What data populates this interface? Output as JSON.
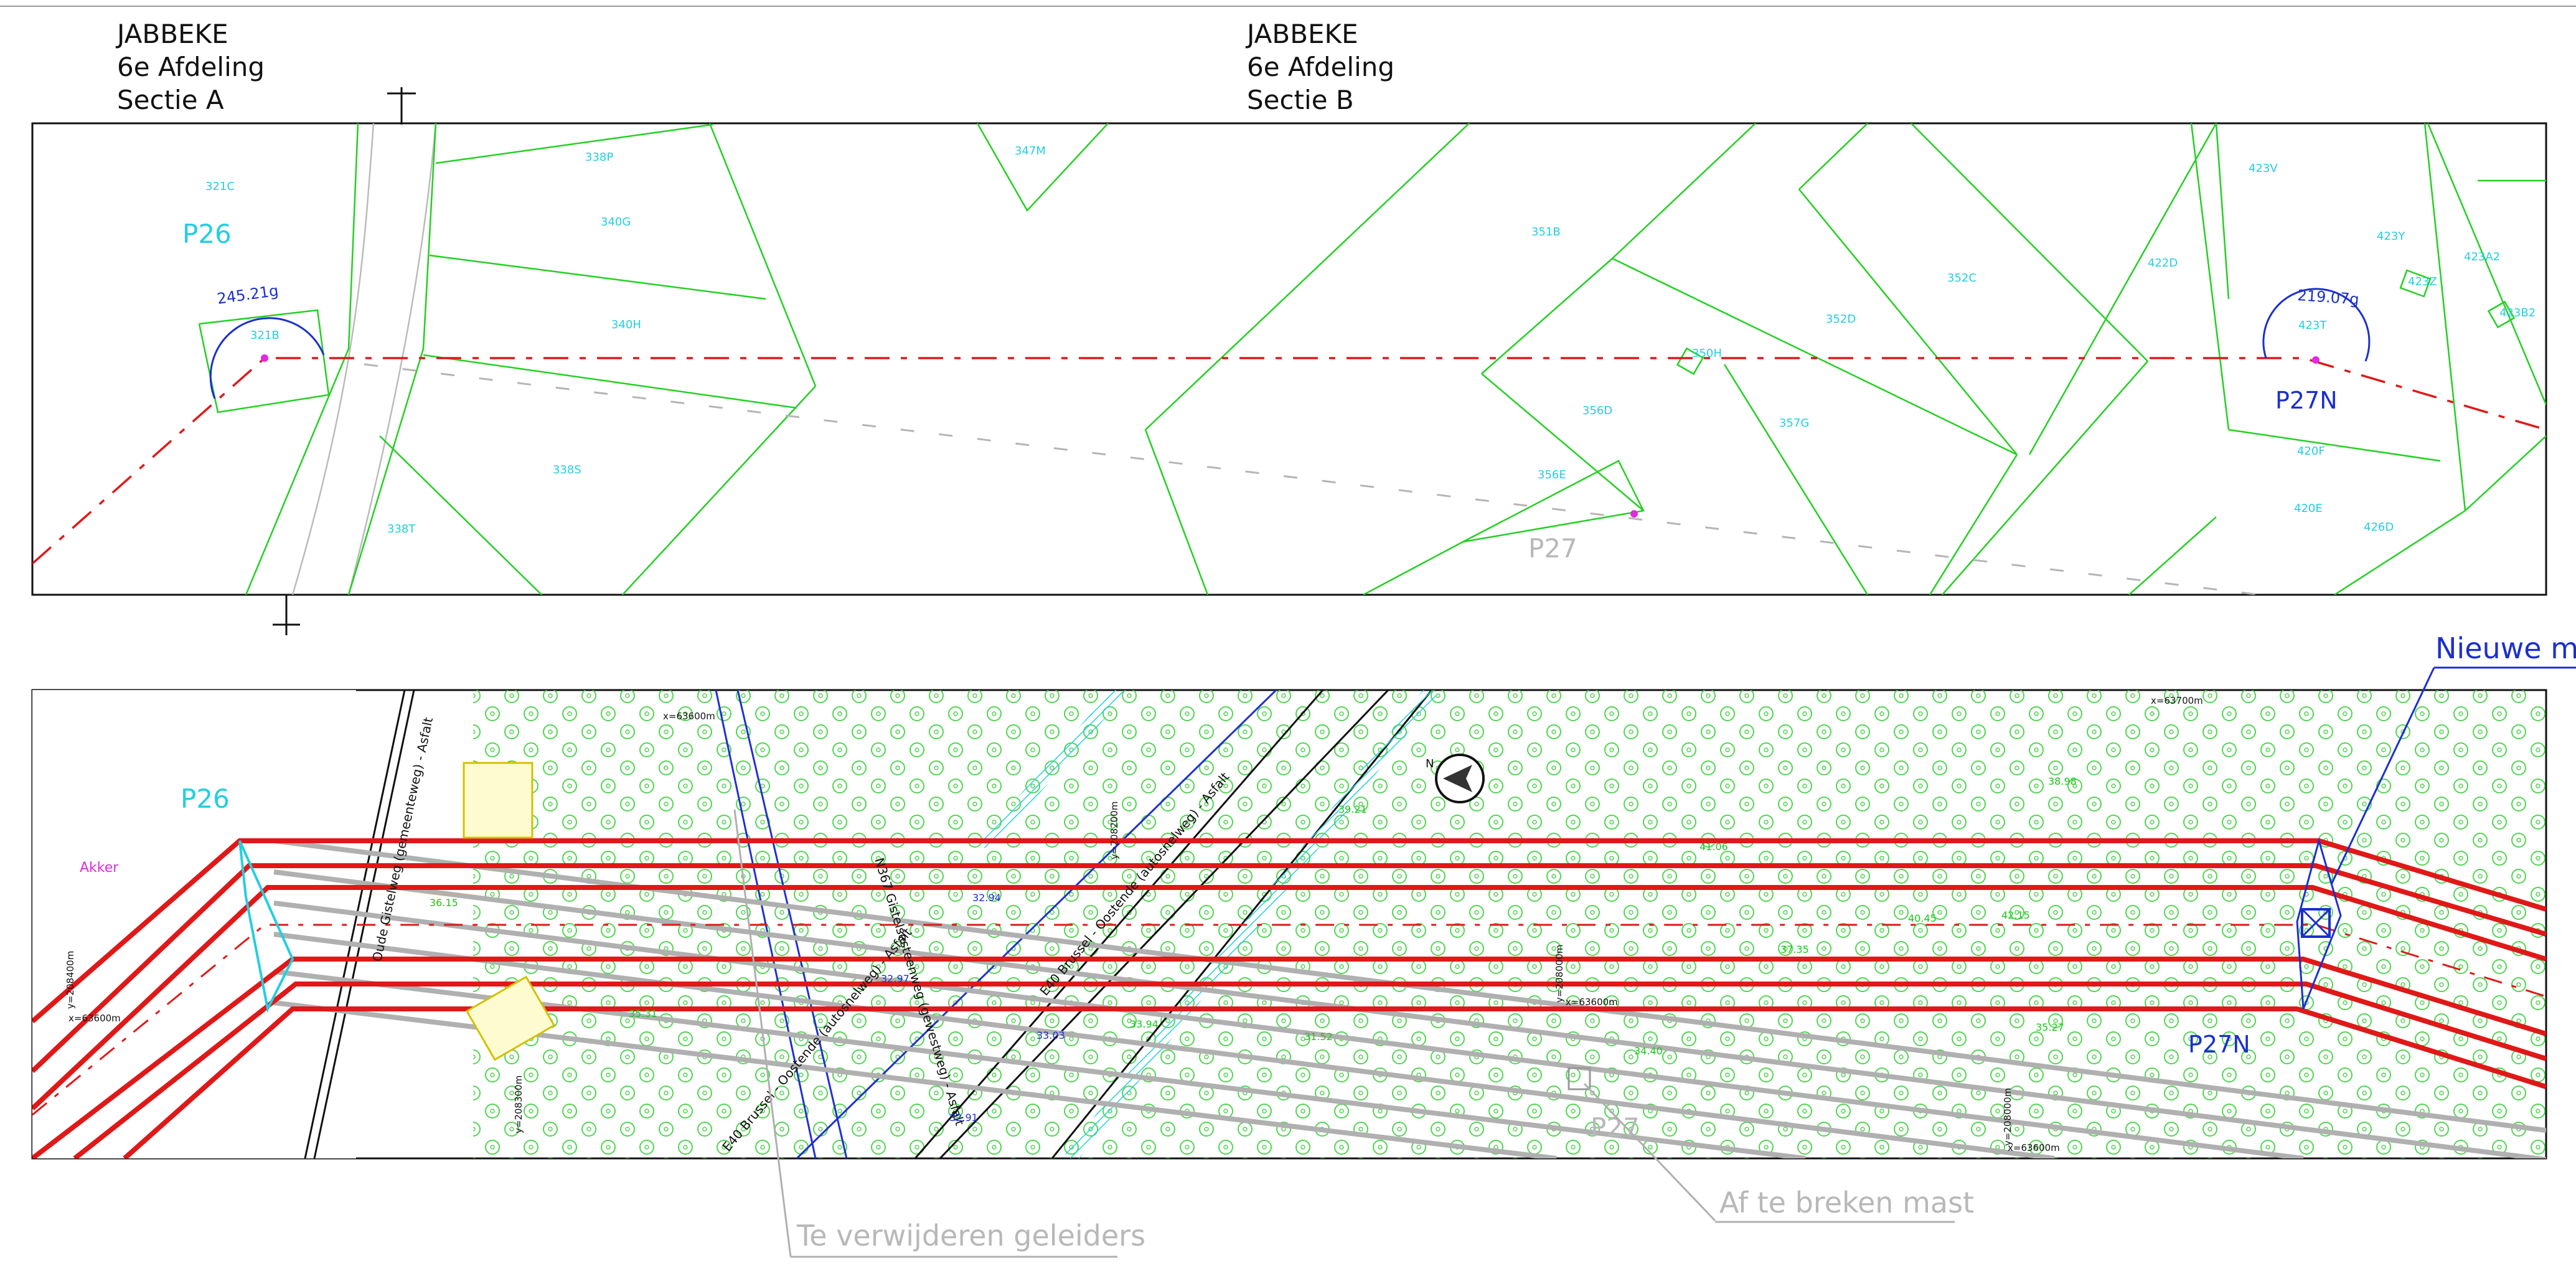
{
  "header_a": {
    "municipality": "JABBEKE",
    "division": "6e Afdeling",
    "section": "Sectie A"
  },
  "header_b": {
    "municipality": "JABBEKE",
    "division": "6e Afdeling",
    "section": "Sectie B"
  },
  "top_map": {
    "masts": {
      "start": "P26",
      "end_new": "P27N",
      "old": "P27"
    },
    "angles": {
      "start": "245.21g",
      "end": "219.07g"
    },
    "parcels": [
      "321C",
      "321B",
      "338P",
      "340G",
      "340H",
      "338S",
      "338T",
      "347M",
      "351B",
      "350H",
      "352D",
      "352C",
      "357G",
      "356D",
      "356E",
      "422D",
      "423V",
      "423Y",
      "423Z",
      "423A2",
      "423B2",
      "423T",
      "420F",
      "420E",
      "426D"
    ]
  },
  "bottom_map": {
    "masts": {
      "start": "P26",
      "end_new": "P27N",
      "old": "P27"
    },
    "land_use": "Akker",
    "roads": {
      "local": "Oude Gistelweg (gemeenteweg) - Asfalt",
      "n367": "N367 Gistelsesteenweg (gewestweg) - Asfalt",
      "e40_a": "E40 Brussel - Oostende (autosnelweg) - Asfalt",
      "e40_b": "E40 Brussel - Oostende (autosnelweg) - Asfalt"
    },
    "coords": {
      "x1": "x=63600m",
      "x2": "x=63700m",
      "x3": "x=63600m",
      "x4": "x=63600m",
      "x5": "x=63600m",
      "y1": "y=208200m",
      "y2": "y=208400m",
      "y3": "y=208300m",
      "y4": "y=208000m",
      "y5": "y=208000m"
    },
    "compass": "N",
    "spot_heights": [
      "32.94",
      "32.97",
      "33.03",
      "32.91",
      "39.21",
      "35.31",
      "36.15",
      "37.35",
      "40.45",
      "42.15",
      "41.06",
      "38.98",
      "33.94",
      "34.40",
      "35.27",
      "31.52"
    ]
  },
  "callouts": {
    "new_mast": "Nieuwe mast",
    "remove_conductors": "Te verwijderen geleiders",
    "demolish_mast": "Af te breken mast"
  },
  "colors": {
    "line_new": "#e01818",
    "line_old": "#b0b0b0",
    "parcel": "#22d022",
    "label_cyan": "#22cfe0",
    "label_blue": "#1a2fd0"
  }
}
